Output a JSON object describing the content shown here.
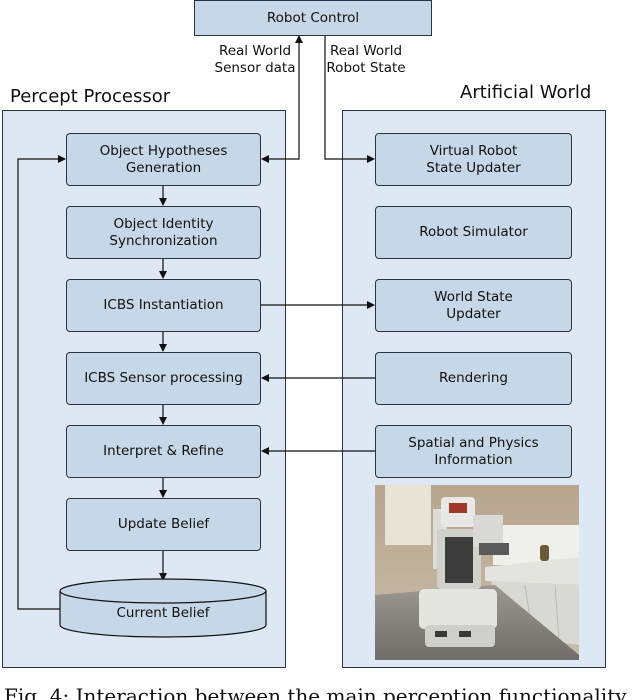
{
  "top": {
    "robot_control": "Robot Control",
    "label_sensor": "Real World\nSensor data",
    "label_state": "Real World\nRobot State"
  },
  "percept": {
    "title": "Percept Processor",
    "steps": [
      "Object Hypotheses\nGeneration",
      "Object Identity\nSynchronization",
      "ICBS Instantiation",
      "ICBS Sensor processing",
      "Interpret & Refine",
      "Update Belief"
    ],
    "store": "Current Belief"
  },
  "world": {
    "title": "Artificial World",
    "steps": [
      "Virtual Robot\nState Updater",
      "Robot Simulator",
      "World State\nUpdater",
      "Rendering",
      "Spatial and Physics\nInformation"
    ]
  },
  "caption": "Fig. 4: Interaction between the main perception functionality"
}
